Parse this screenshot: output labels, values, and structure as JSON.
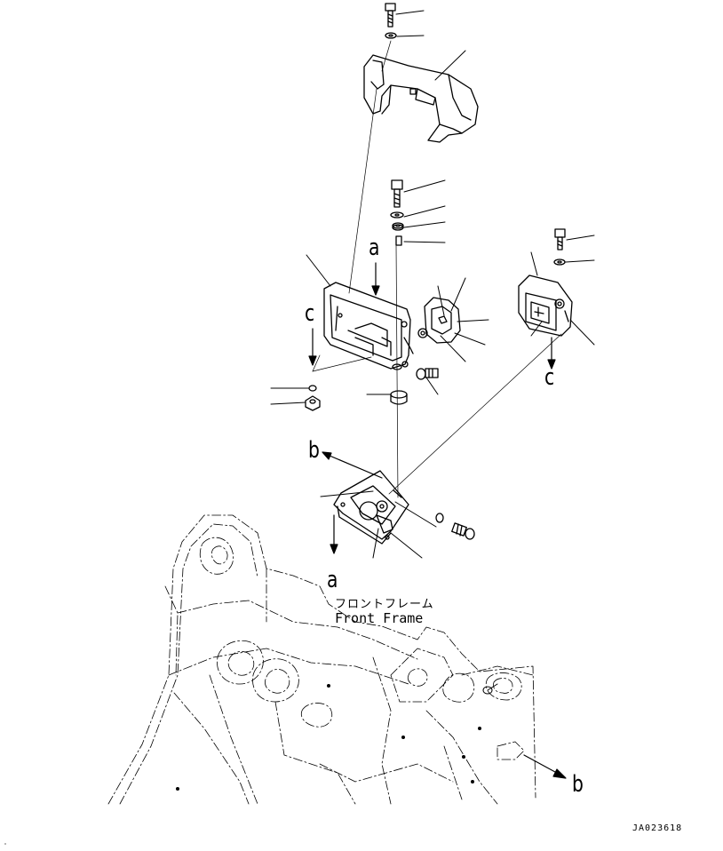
{
  "drawing": {
    "view_labels": {
      "a_upper": "a",
      "a_lower": "a",
      "b_upper": "b",
      "b_lower": "b",
      "c_left": "c",
      "c_right": "c"
    },
    "frame_label_jp": "フロントフレーム",
    "frame_label_en": "Front Frame",
    "drawing_id": "JA023618"
  },
  "colors": {
    "line": "#000000",
    "background": "#ffffff"
  }
}
